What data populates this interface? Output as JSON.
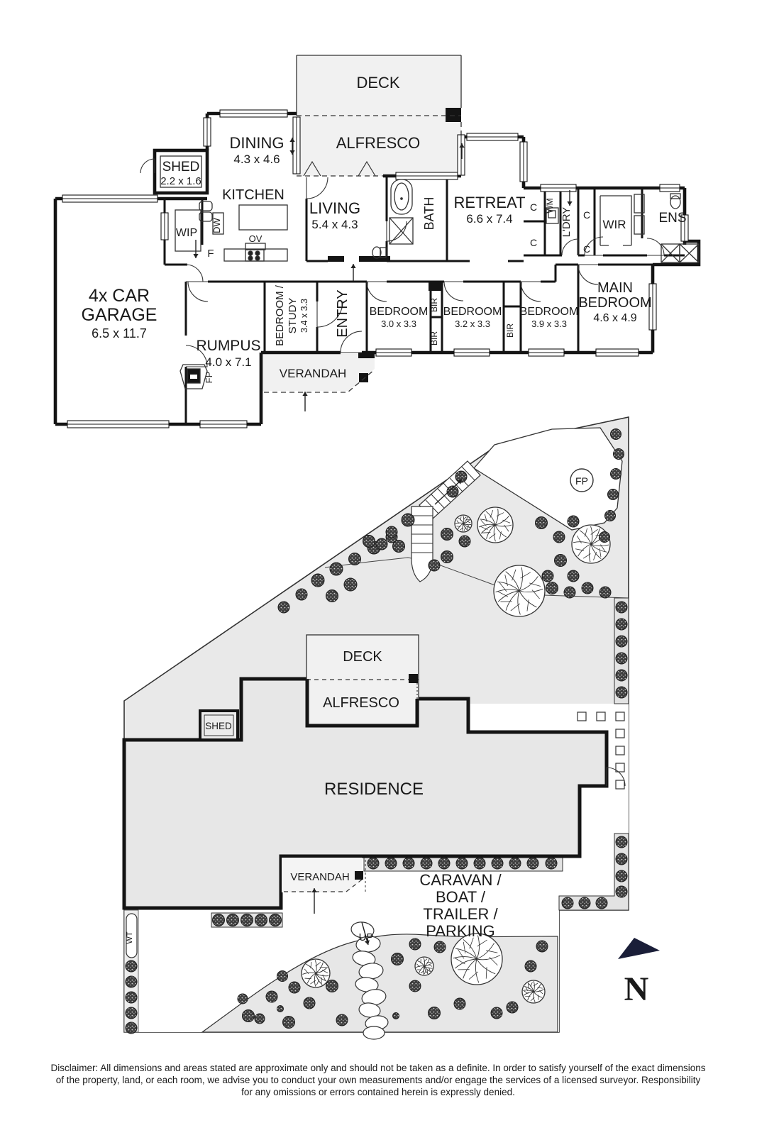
{
  "floor": {
    "deck": "DECK",
    "alfresco": "ALFRESCO",
    "dining": {
      "name": "DINING",
      "dim": "4.3 x 4.6"
    },
    "shed": {
      "name": "SHED",
      "dim": "2.2 x 1.6"
    },
    "kitchen": "KITCHEN",
    "wip": "WIP",
    "dw": "DW",
    "ov": "OV",
    "f": "F",
    "living": {
      "name": "LIVING",
      "dim": "5.4 x 4.3"
    },
    "bath": "BATH",
    "retreat": {
      "name": "RETREAT",
      "dim": "6.6 x 7.4"
    },
    "c": "C",
    "wm": "WM",
    "ldry": "L'DRY",
    "wir": "WIR",
    "ens": "ENS",
    "main": {
      "l1": "MAIN",
      "l2": "BEDROOM",
      "dim": "4.6 x 4.9"
    },
    "bed1": {
      "name": "BEDROOM",
      "dim": "3.0 x 3.3"
    },
    "bed2": {
      "name": "BEDROOM",
      "dim": "3.2 x 3.3"
    },
    "bed3": {
      "name": "BEDROOM",
      "dim": "3.9 x 3.3"
    },
    "bir": "BIR",
    "garage": {
      "l1": "4x CAR",
      "l2": "GARAGE",
      "dim": "6.5 x 11.7"
    },
    "rumpus": {
      "name": "RUMPUS",
      "dim": "4.0 x 7.1"
    },
    "fp": "FP",
    "study": {
      "l1": "BEDROOM /",
      "l2": "STUDY",
      "dim": "3.4 x 3.3"
    },
    "entry": "ENTRY",
    "verandah": "VERANDAH"
  },
  "site": {
    "deck": "DECK",
    "alfresco": "ALFRESCO",
    "shed": "SHED",
    "residence": "RESIDENCE",
    "verandah": "VERANDAH",
    "caravan": [
      "CARAVAN /",
      "BOAT /",
      "TRAILER /",
      "PARKING"
    ],
    "up": "UP",
    "wt": "WT",
    "fp": "FP"
  },
  "north": "N",
  "disclaimer": {
    "line1": "Disclaimer: All dimensions and areas stated are approximate only and should not be taken as a definite. In order to satisfy yourself of the exact dimensions",
    "line2": "of the property, land, or each room, we advise you to conduct your own measurements and/or engage the services of a licensed surveyor. Responsibility",
    "line3": "for any omissions or errors contained herein is expressly denied."
  },
  "colors": {
    "wall": "#141414",
    "lawn": "#e9e9e9",
    "deck_fill": "#f1f1f1",
    "residence_fill": "#e7e7e7",
    "north_navy": "#1a1e38",
    "shrub": "#3d3d3d"
  }
}
